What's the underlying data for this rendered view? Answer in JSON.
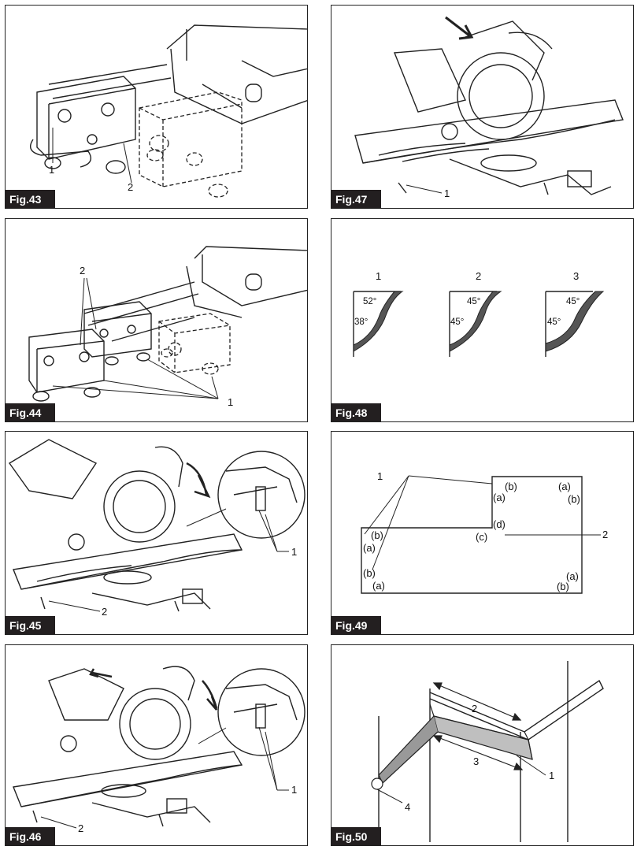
{
  "figures": [
    {
      "id": "fig43",
      "tag": "Fig.43",
      "callouts": [
        "1",
        "2"
      ]
    },
    {
      "id": "fig47",
      "tag": "Fig.47",
      "callouts": [
        "1"
      ]
    },
    {
      "id": "fig44",
      "tag": "Fig.44",
      "callouts": [
        "2",
        "1"
      ]
    },
    {
      "id": "fig48",
      "tag": "Fig.48",
      "callouts": [
        "1",
        "2",
        "3"
      ],
      "angles": [
        [
          "52°",
          "38°"
        ],
        [
          "45°",
          "45°"
        ],
        [
          "45°",
          "45°"
        ]
      ]
    },
    {
      "id": "fig45",
      "tag": "Fig.45",
      "callouts": [
        "1",
        "2"
      ]
    },
    {
      "id": "fig49",
      "tag": "Fig.49",
      "callouts": [
        "1",
        "2"
      ],
      "marks": [
        "(a)",
        "(b)",
        "(c)",
        "(d)"
      ]
    },
    {
      "id": "fig46",
      "tag": "Fig.46",
      "callouts": [
        "1",
        "2"
      ]
    },
    {
      "id": "fig50",
      "tag": "Fig.50",
      "callouts": [
        "1",
        "2",
        "3",
        "4"
      ]
    }
  ]
}
